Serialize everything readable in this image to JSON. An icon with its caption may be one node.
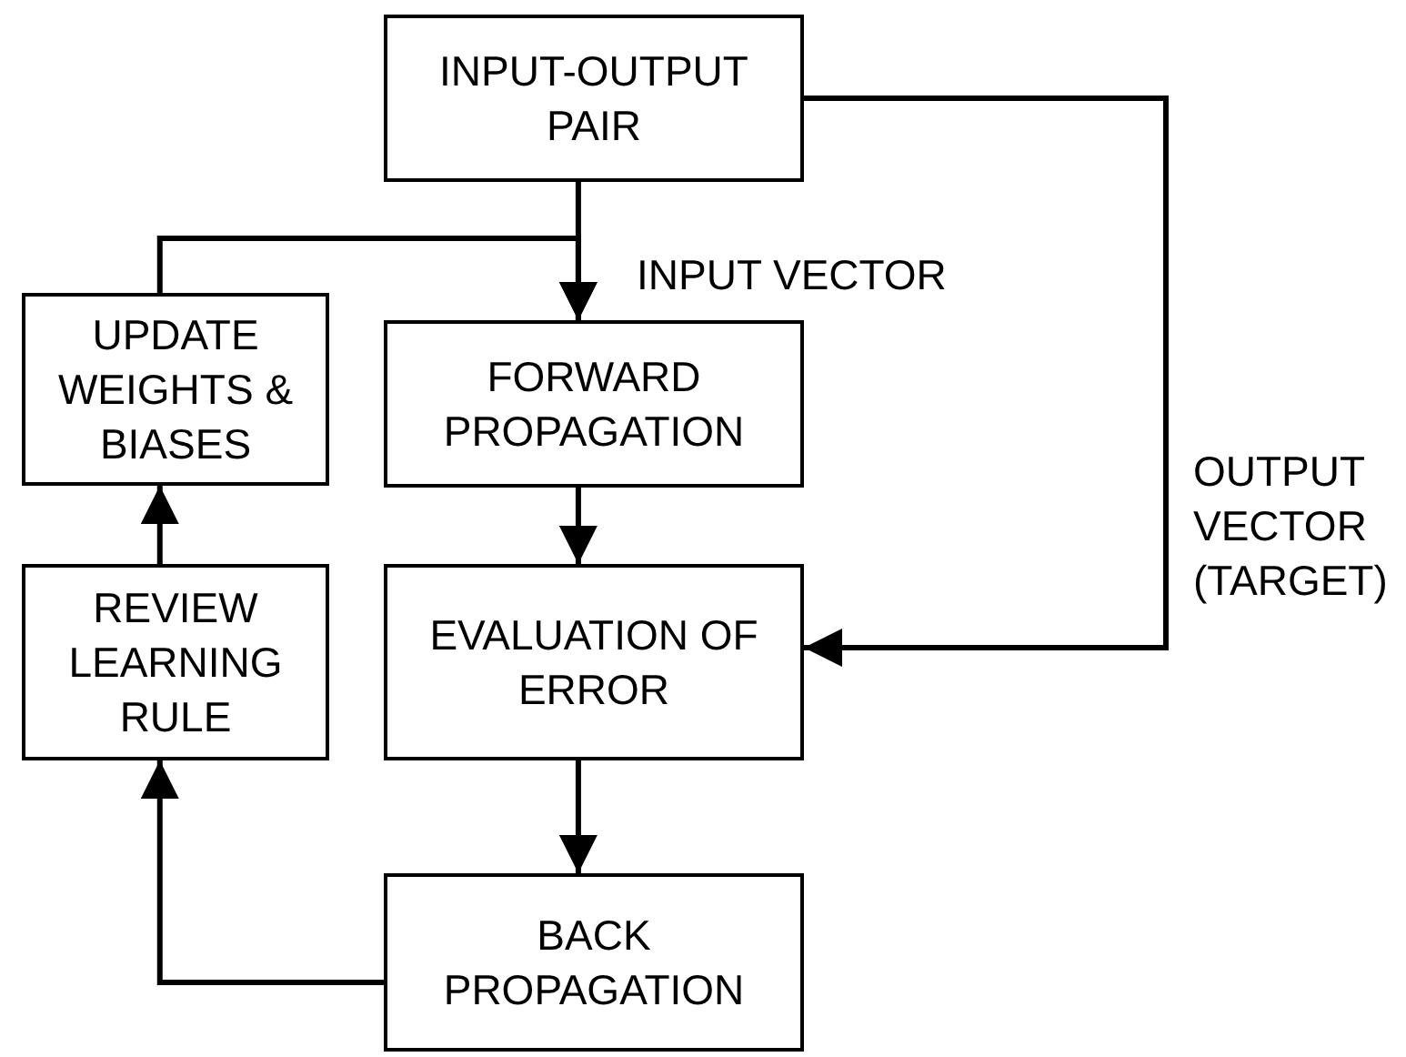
{
  "diagram": {
    "nodes": [
      {
        "text": [
          "INPUT-OUTPUT PAIR"
        ]
      },
      {
        "text": [
          "UPDATE WEIGHTS & BIASES"
        ]
      },
      {
        "text": [
          "FORWARD PROPAGATION"
        ]
      },
      {
        "text": [
          "REVIEW LEARNING RULE"
        ]
      },
      {
        "text": [
          "EVALUATION OF ERROR"
        ]
      },
      {
        "text": [
          "BACK PROPAGATION"
        ]
      }
    ],
    "edges": [
      {
        "from": 0,
        "to": 2,
        "arrow": "to",
        "label": "INPUT VECTOR"
      },
      {
        "from": 1,
        "to": 2,
        "arrow": "to"
      },
      {
        "from": 0,
        "to": 4,
        "arrow": "to",
        "label": "OUTPUT VECTOR (TARGET)"
      },
      {
        "from": 2,
        "to": 4,
        "arrow": "to"
      },
      {
        "from": 4,
        "to": 5,
        "arrow": "to"
      },
      {
        "from": 5,
        "to": 3,
        "arrow": "to"
      },
      {
        "from": 3,
        "to": 1,
        "arrow": "to"
      }
    ]
  }
}
